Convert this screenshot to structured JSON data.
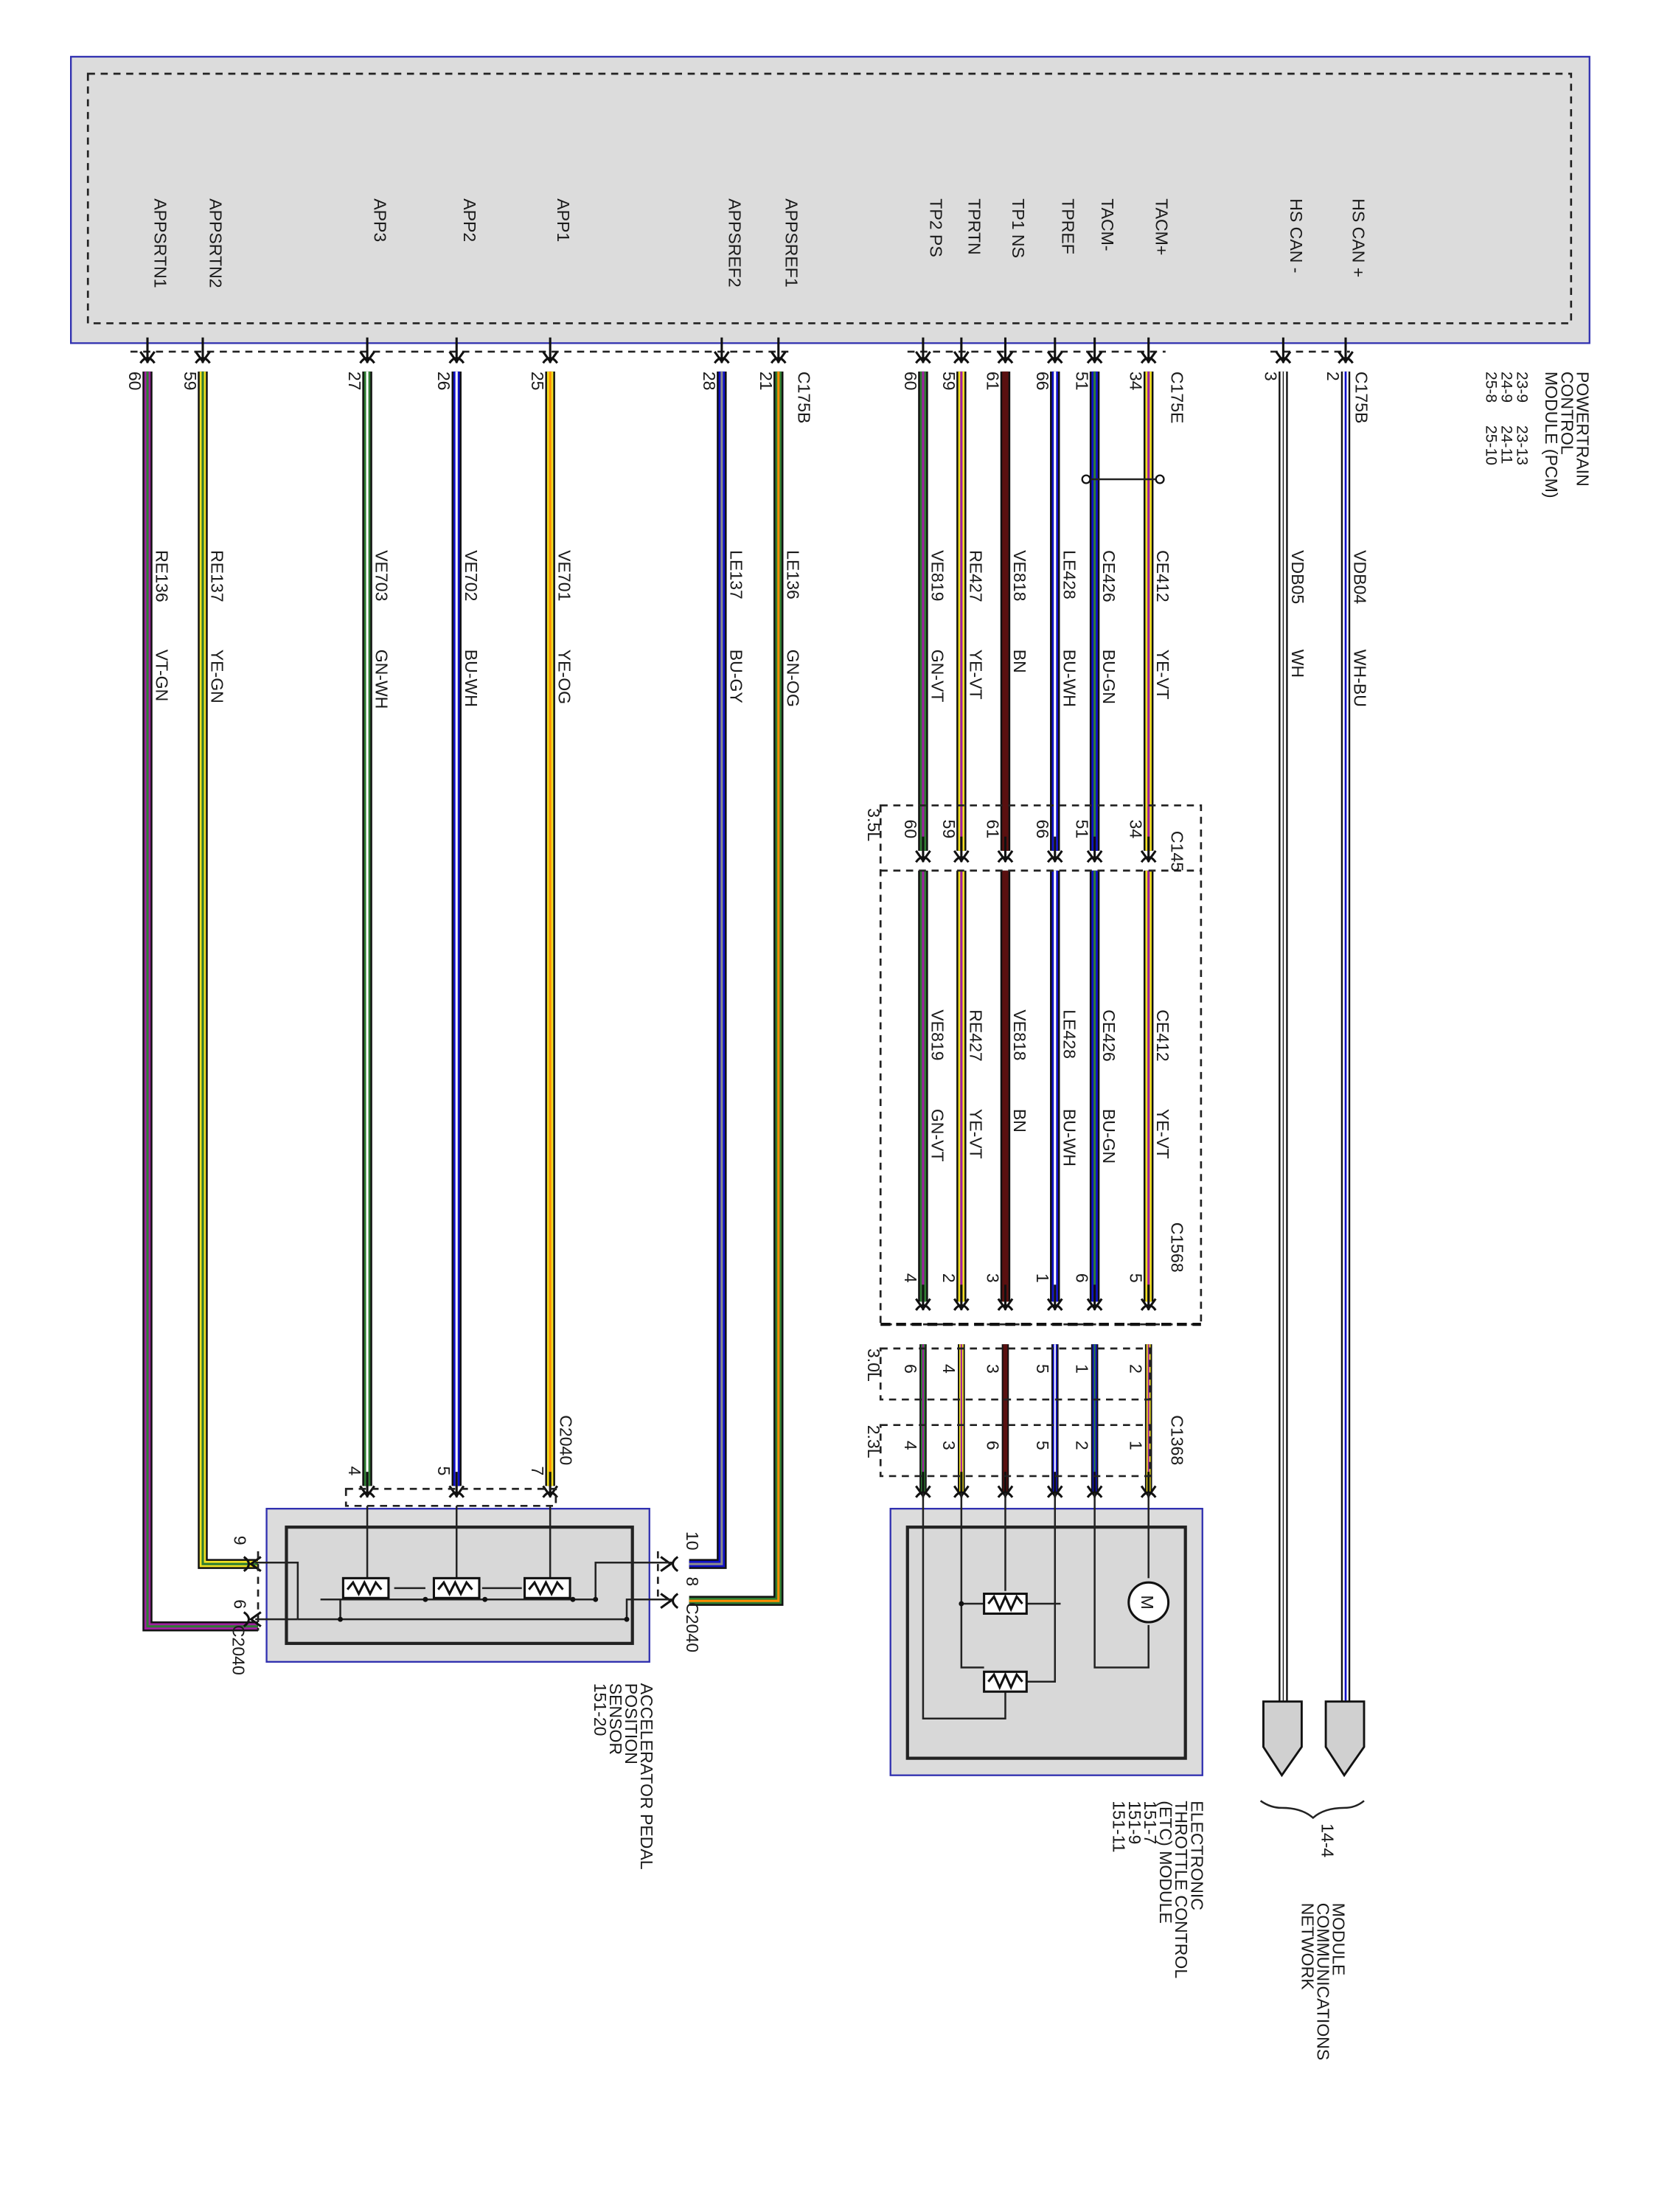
{
  "pcm": {
    "title": [
      "POWERTRAIN",
      "CONTROL",
      "MODULE (PCM)"
    ],
    "refs": [
      [
        "23-9",
        "23-13"
      ],
      [
        "24-9",
        "24-11"
      ],
      [
        "25-8",
        "25-10"
      ]
    ],
    "pins": [
      "APPSRTN1",
      "APPSRTN2",
      "APP3",
      "APP2",
      "APP1",
      "APPSREF2",
      "APPSREF1",
      "TP2 PS",
      "TPRTN",
      "TP1 NS",
      "TPREF",
      "TACM-",
      "TACM+",
      "HS CAN -",
      "HS CAN +"
    ],
    "pin_numbers": [
      "60",
      "59",
      "27",
      "26",
      "25",
      "28",
      "21",
      "60",
      "59",
      "61",
      "66",
      "51",
      "34",
      "3",
      "2"
    ]
  },
  "connectors": {
    "c175b": "C175B",
    "c175e": "C175E",
    "c175b_can": "C175B",
    "c145": "C145",
    "c1568": "C1568",
    "c1368": "C1368",
    "c2040_top": "C2040",
    "c2040_right": "C2040",
    "c2040_left": "C2040"
  },
  "wires": [
    {
      "code": "RE136",
      "color": "VT-GN"
    },
    {
      "code": "RE137",
      "color": "YE-GN"
    },
    {
      "code": "VE703",
      "color": "GN-WH"
    },
    {
      "code": "VE702",
      "color": "BU-WH"
    },
    {
      "code": "VE701",
      "color": "YE-OG"
    },
    {
      "code": "LE137",
      "color": "BU-GY"
    },
    {
      "code": "LE136",
      "color": "GN-OG"
    },
    {
      "code": "VE819",
      "color": "GN-VT"
    },
    {
      "code": "RE427",
      "color": "YE-VT"
    },
    {
      "code": "VE818",
      "color": "BN"
    },
    {
      "code": "LE428",
      "color": "BU-WH"
    },
    {
      "code": "CE426",
      "color": "BU-GN"
    },
    {
      "code": "CE412",
      "color": "YE-VT"
    },
    {
      "code": "VDB05",
      "color": "WH"
    },
    {
      "code": "VDB04",
      "color": "WH-BU"
    }
  ],
  "c145_pins": [
    "60",
    "59",
    "61",
    "66",
    "51",
    "34"
  ],
  "c1568_pins": [
    "4",
    "2",
    "3",
    "1",
    "6",
    "5"
  ],
  "row_30l": [
    "6",
    "4",
    "3",
    "5",
    "1",
    "2"
  ],
  "row_23l": [
    "4",
    "3",
    "6",
    "5",
    "2",
    "1"
  ],
  "engine_labels": {
    "l35": "3.5L",
    "l30": "3.0L",
    "l23": "2.3L"
  },
  "app_connector_pins": {
    "p4": "4",
    "p5": "5",
    "p7": "7",
    "p9": "9",
    "p6": "6",
    "p10": "10",
    "p8": "8"
  },
  "app_sensor": {
    "title": [
      "ACCELERATOR PEDAL",
      "POSITION",
      "SENSOR"
    ],
    "ref": "151-20"
  },
  "etc_module": {
    "title": [
      "ELECTRONIC",
      "THROTTLE CONTROL",
      "(ETC) MODULE"
    ],
    "refs": [
      "151-7",
      "151-9",
      "151-11"
    ],
    "motor": "M"
  },
  "network": {
    "ref": "14-4",
    "title": [
      "MODULE",
      "COMMUNICATIONS",
      "NETWORK"
    ]
  },
  "wire_colors": {
    "VT": "#a020a0",
    "YE": "#f0e020",
    "GN": "#2e7d32",
    "WH": "#ffffff",
    "BU": "#1010c8",
    "OG": "#ff8c00",
    "GY": "#8a8a8a",
    "BN": "#5a1010",
    "BK": "#000000"
  }
}
